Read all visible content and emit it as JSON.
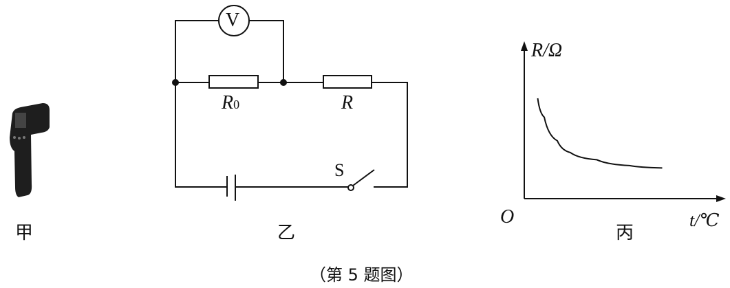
{
  "panels": {
    "jia": {
      "label": "甲"
    },
    "yi": {
      "label": "乙",
      "voltmeter": "V",
      "resistor_fixed": {
        "symbol": "R",
        "subscript": "0"
      },
      "resistor_thermistor": "R",
      "switch": "S"
    },
    "bing": {
      "label": "丙",
      "y_axis_label": "R/Ω",
      "x_axis_label": "t/℃",
      "origin": "O"
    }
  },
  "caption": "（第 5 题图）",
  "chart_data": {
    "type": "line",
    "title": "",
    "xlabel": "t/℃",
    "ylabel": "R/Ω",
    "description_trend": "decreasing",
    "x": [
      0.5,
      1,
      2,
      3,
      5,
      7.5,
      10
    ],
    "y": [
      8.5,
      6.9,
      4.9,
      3.9,
      3.3,
      2.8,
      2.6
    ]
  }
}
